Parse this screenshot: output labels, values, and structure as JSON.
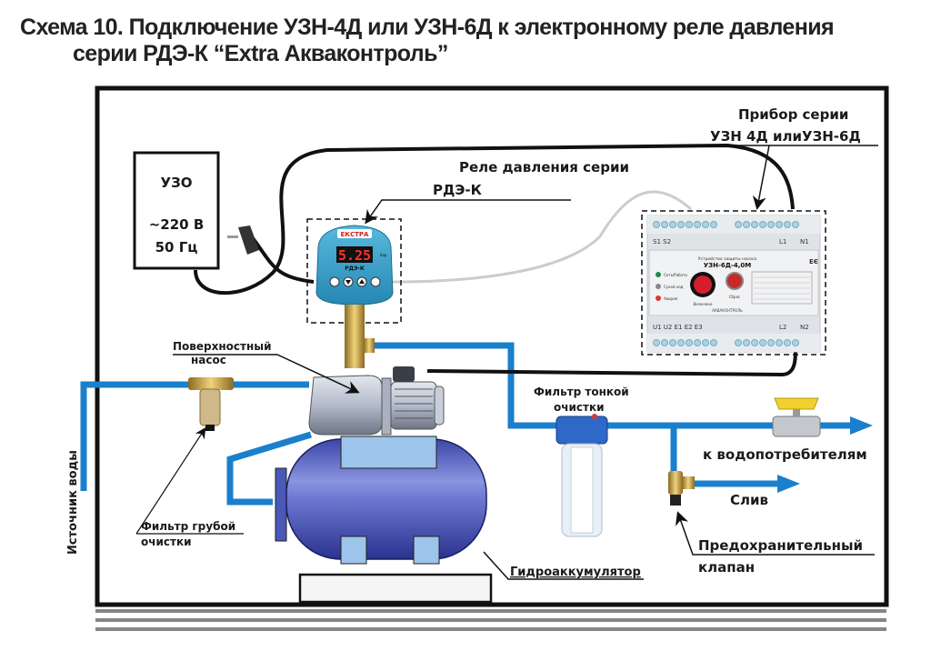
{
  "title": {
    "line1": "Схема 10. Подключение УЗН-4Д или УЗН-6Д к электронному реле давления",
    "line2": "серии РДЭ-К “Extra Акваконтроль”"
  },
  "colors": {
    "pipe": "#1a7fcc",
    "cable": "#111111",
    "tank": "#4a58b8",
    "relay_body": "#3aa6d0",
    "brass": "#c9a44a",
    "frame": "#111111"
  },
  "labels": {
    "uzo": {
      "line1": "УЗО",
      "line2": "~220 В",
      "line3": "50 Гц"
    },
    "relay": {
      "line1": "Реле давления серии",
      "line2": "РДЭ-К"
    },
    "device": {
      "line1": "Прибор серии",
      "line2": "УЗН 4Д илиУЗН-6Д"
    },
    "pump": {
      "line1": "Поверхностный",
      "line2": "насос"
    },
    "fine_filter": {
      "line1": "Фильтр тонкой",
      "line2": "очистки"
    },
    "coarse_filter": {
      "line1": "Фильтр грубой",
      "line2": "очистки"
    },
    "consumers": "к водопотребителям",
    "drain": "Слив",
    "safety_valve": {
      "line1": "Предохранительный",
      "line2": "клапан"
    },
    "accumulator": "Гидроаккумулятор",
    "water_source": "Источник воды"
  },
  "relay_device": {
    "brand": "ЕКСТРА",
    "display": "5.25",
    "unit": "бар",
    "model": "РДЭ-К"
  },
  "protection_device": {
    "header": "Устройство защиты насоса",
    "model": "УЗН-6Д-4,0М",
    "top_terminals_left": "S1 S2",
    "top_terminals_right": [
      "L1",
      "N1"
    ],
    "bottom_terminals_left": "U1 U2  E1 E2 E3",
    "bottom_terminals_right": [
      "L2",
      "N2"
    ],
    "indicators": [
      "Сеть/Работа",
      "Сухой ход",
      "Авария"
    ],
    "switch_label": "Включено",
    "reset_label": "Сброс",
    "brand": "АКВАКОНТРОЛЬ"
  }
}
